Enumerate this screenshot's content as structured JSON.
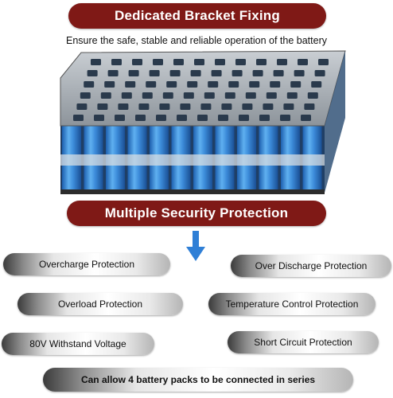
{
  "header": {
    "title": "Dedicated Bracket Fixing",
    "subtitle": "Ensure the safe, stable and reliable operation of the battery"
  },
  "section": {
    "title": "Multiple Security Protection"
  },
  "features": [
    "Overcharge Protection",
    "Over Discharge Protection",
    "Overload Protection",
    "Temperature Control Protection",
    "80V Withstand Voltage",
    "Short Circuit Protection"
  ],
  "footer": {
    "label": "Can allow 4 battery packs to be connected in series"
  },
  "icons": {
    "arrow": "arrow-down-icon",
    "battery": "battery-pack-image"
  },
  "colors": {
    "banner": "#7f1916",
    "banner_text": "#ffffff",
    "cell_blue": "#3d8ed9",
    "arrow": "#2f7fd6"
  }
}
